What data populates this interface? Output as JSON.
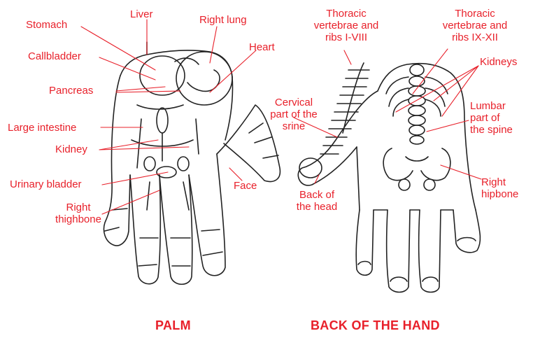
{
  "colors": {
    "label": "#e8202a",
    "outline": "#222222"
  },
  "palm": {
    "caption": "PALM",
    "labels": {
      "stomach": "Stomach",
      "liver": "Liver",
      "right_lung": "Right lung",
      "heart": "Heart",
      "gallbladder": "Callbladder",
      "pancreas": "Pancreas",
      "large_intestine": "Large intestine",
      "kidney": "Kidney",
      "urinary_bladder": "Urinary bladder",
      "right_thighbone_1": "Right",
      "right_thighbone_2": "thighbone",
      "face": "Face"
    }
  },
  "back": {
    "caption": "BACK OF THE HAND",
    "labels": {
      "thoracic_1_8_l1": "Thoracic",
      "thoracic_1_8_l2": "vertebrae and",
      "thoracic_1_8_l3": "ribs I-VIII",
      "thoracic_9_12_l1": "Thoracic",
      "thoracic_9_12_l2": "vertebrae and",
      "thoracic_9_12_l3": "ribs IX-XII",
      "kidneys": "Kidneys",
      "cervical_l1": "Cervical",
      "cervical_l2": "part of the",
      "cervical_l3": "srine",
      "lumbar_l1": "Lumbar",
      "lumbar_l2": "part of",
      "lumbar_l3": "the spine",
      "back_head_l1": "Back of",
      "back_head_l2": "the head",
      "hipbone_l1": "Right",
      "hipbone_l2": "hipbone"
    }
  }
}
